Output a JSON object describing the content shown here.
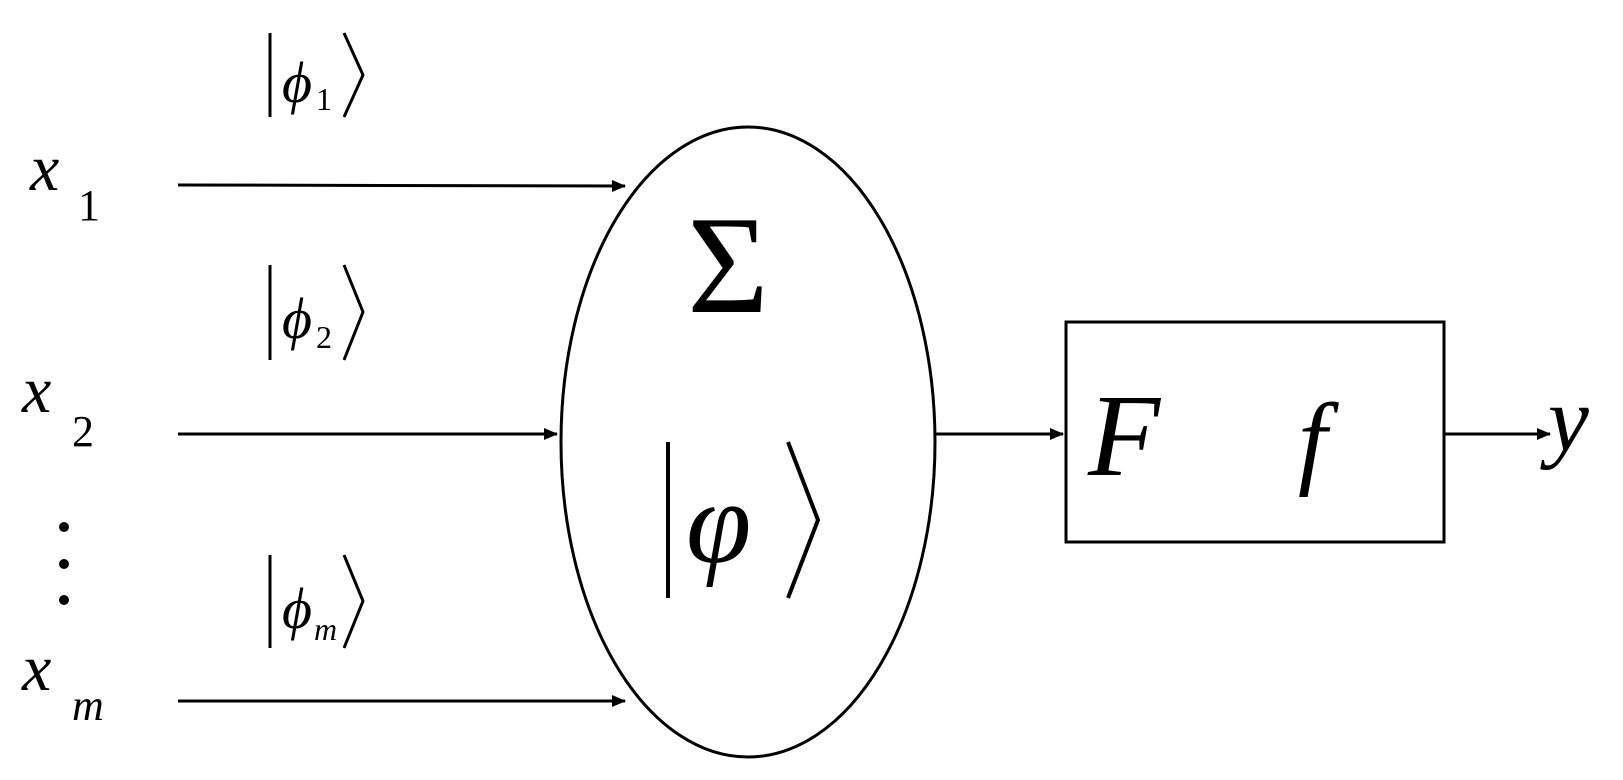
{
  "inputs": [
    {
      "var": "x",
      "sub": "1",
      "weight_sym": "ϕ",
      "weight_sub": "1"
    },
    {
      "var": "x",
      "sub": "2",
      "weight_sym": "ϕ",
      "weight_sub": "2"
    },
    {
      "var": "x",
      "sub": "m",
      "weight_sym": "ϕ",
      "weight_sub": "m"
    }
  ],
  "ellipsis": "⋮",
  "neuron": {
    "sum_symbol": "Σ",
    "state_symbol": "φ"
  },
  "transfer": {
    "left_label": "F",
    "right_label": "f"
  },
  "output": {
    "label": "y"
  }
}
